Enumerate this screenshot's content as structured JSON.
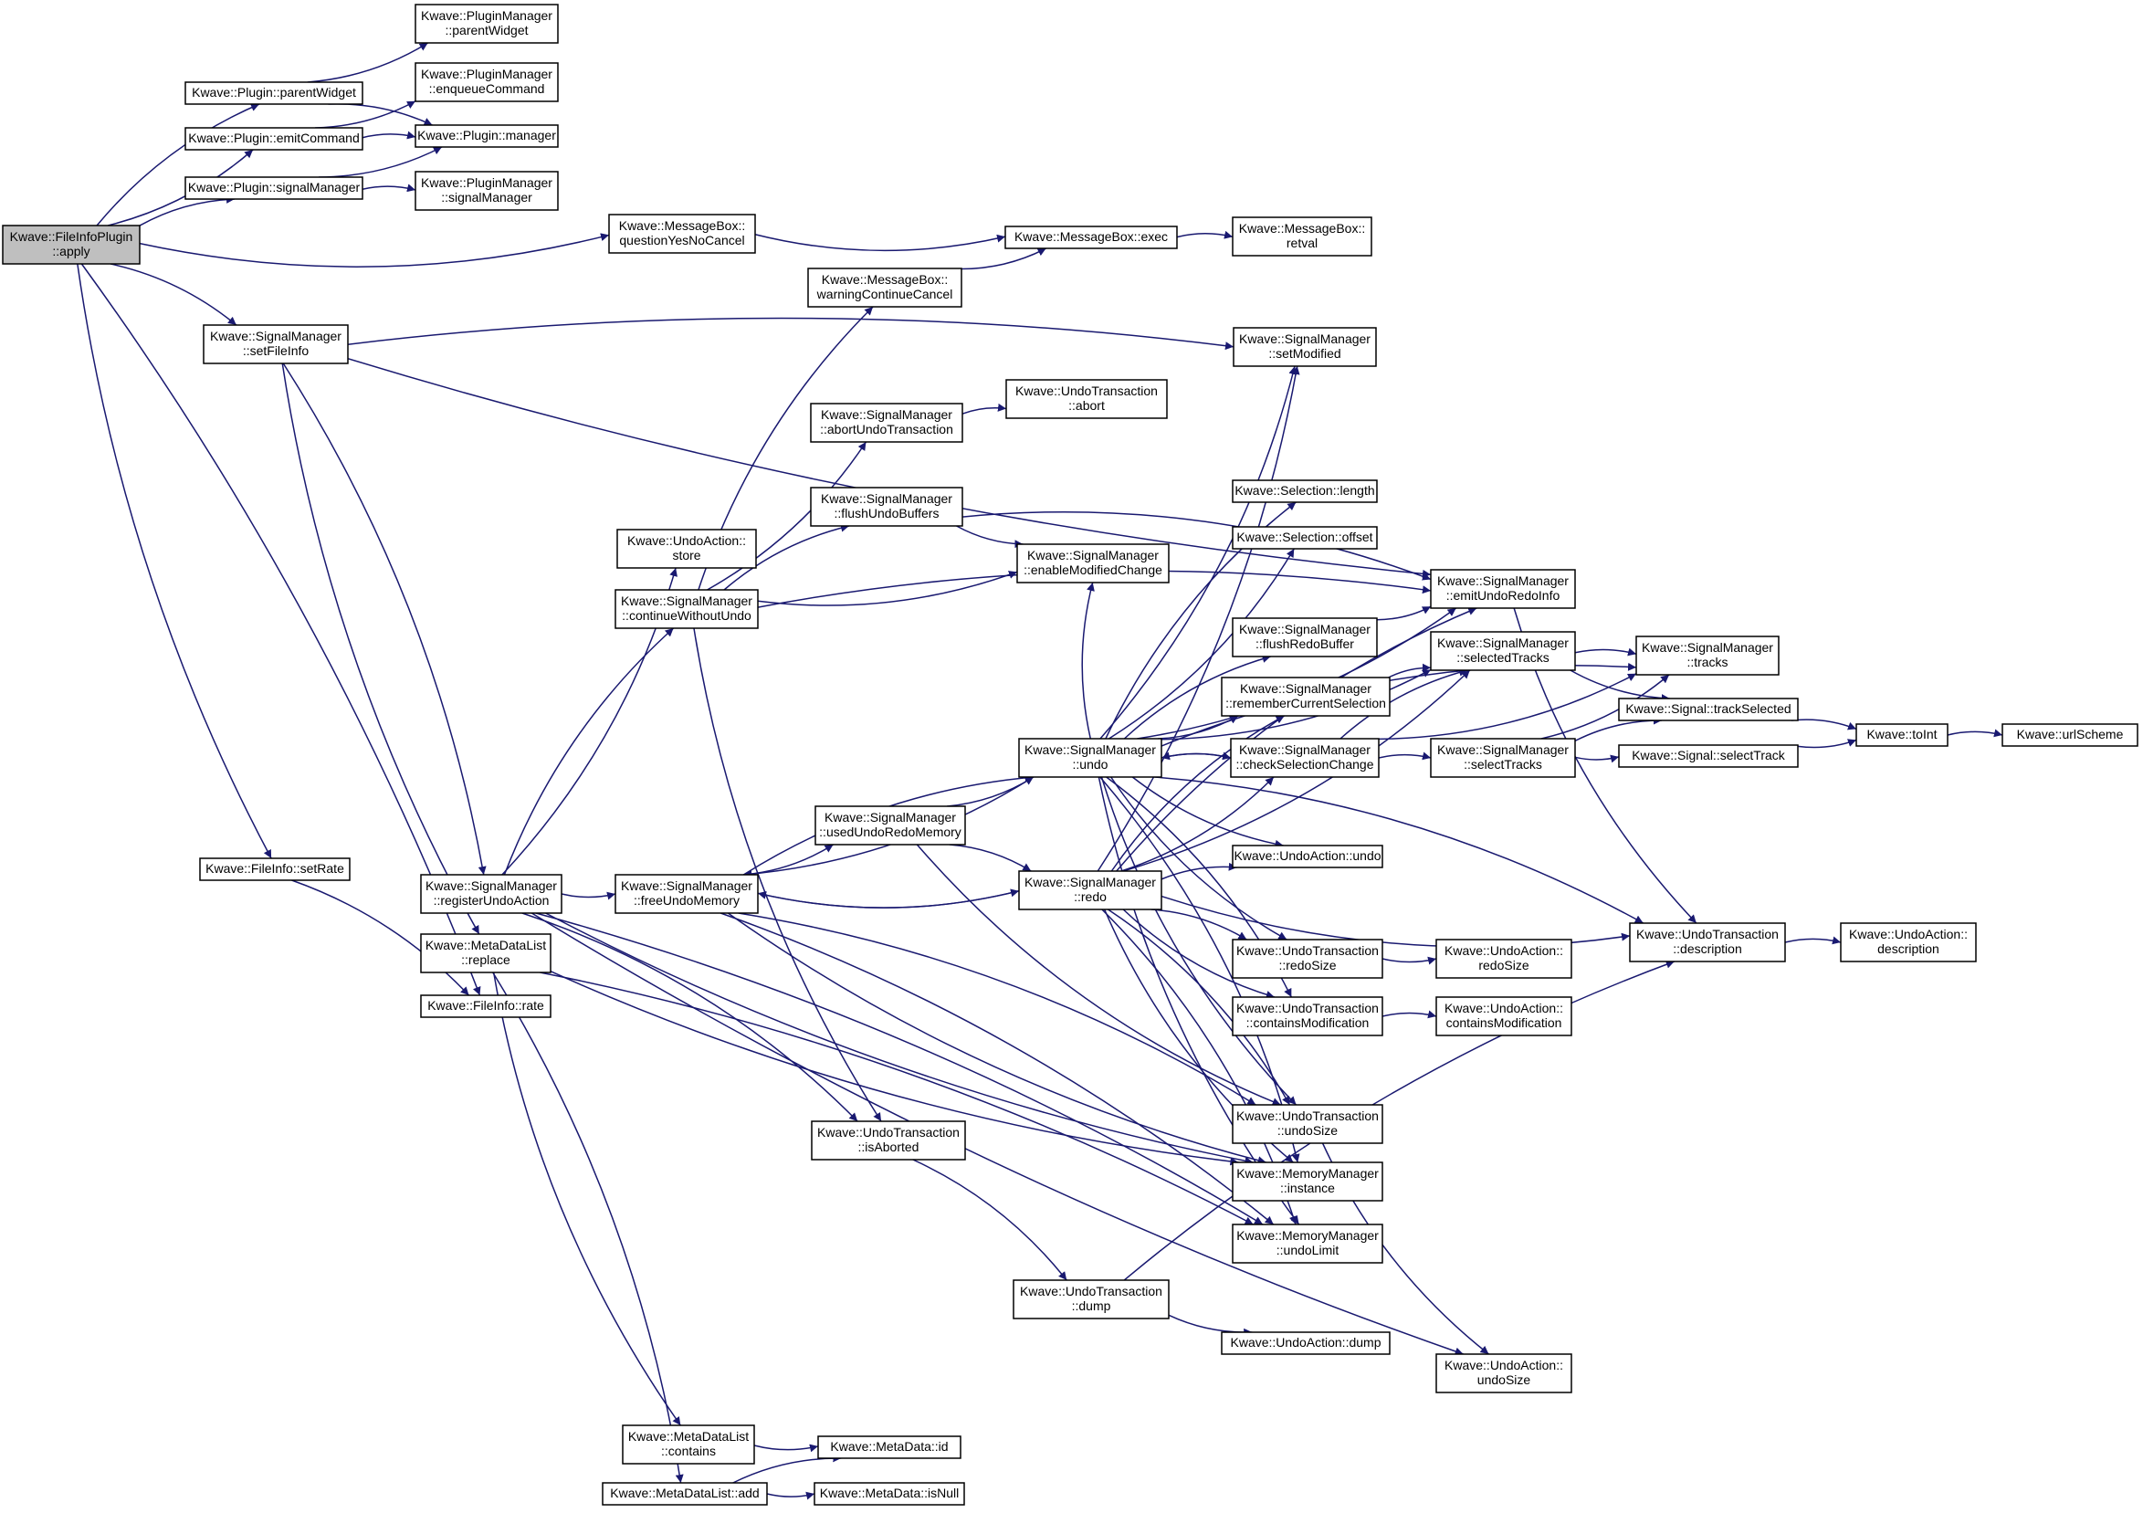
{
  "colors": {
    "edge": "#191970",
    "root_fill": "#bfbfbf",
    "node_fill": "#ffffff",
    "node_border": "#000000"
  },
  "nodes": [
    {
      "id": "apply",
      "lines": [
        "Kwave::FileInfoPlugin",
        "::apply"
      ]
    },
    {
      "id": "plugin_parentWidget",
      "lines": [
        "Kwave::Plugin::parentWidget"
      ]
    },
    {
      "id": "plugin_emitCommand",
      "lines": [
        "Kwave::Plugin::emitCommand"
      ]
    },
    {
      "id": "plugin_signalManager",
      "lines": [
        "Kwave::Plugin::signalManager"
      ]
    },
    {
      "id": "pm_parentWidget",
      "lines": [
        "Kwave::PluginManager",
        "::parentWidget"
      ]
    },
    {
      "id": "pm_enqueueCommand",
      "lines": [
        "Kwave::PluginManager",
        "::enqueueCommand"
      ]
    },
    {
      "id": "plugin_manager",
      "lines": [
        "Kwave::Plugin::manager"
      ]
    },
    {
      "id": "pm_signalManager",
      "lines": [
        "Kwave::PluginManager",
        "::signalManager"
      ]
    },
    {
      "id": "mb_questionYesNoCancel",
      "lines": [
        "Kwave::MessageBox::",
        "questionYesNoCancel"
      ]
    },
    {
      "id": "mb_exec",
      "lines": [
        "Kwave::MessageBox::exec"
      ]
    },
    {
      "id": "mb_retval",
      "lines": [
        "Kwave::MessageBox::",
        "retval"
      ]
    },
    {
      "id": "mb_warningContinueCancel",
      "lines": [
        "Kwave::MessageBox::",
        "warningContinueCancel"
      ]
    },
    {
      "id": "sm_setFileInfo",
      "lines": [
        "Kwave::SignalManager",
        "::setFileInfo"
      ]
    },
    {
      "id": "sm_setModified",
      "lines": [
        "Kwave::SignalManager",
        "::setModified"
      ]
    },
    {
      "id": "sm_abortUndoTransaction",
      "lines": [
        "Kwave::SignalManager",
        "::abortUndoTransaction"
      ]
    },
    {
      "id": "ut_abort",
      "lines": [
        "Kwave::UndoTransaction",
        "::abort"
      ]
    },
    {
      "id": "sm_flushUndoBuffers",
      "lines": [
        "Kwave::SignalManager",
        "::flushUndoBuffers"
      ]
    },
    {
      "id": "sel_length",
      "lines": [
        "Kwave::Selection::length"
      ]
    },
    {
      "id": "sel_offset",
      "lines": [
        "Kwave::Selection::offset"
      ]
    },
    {
      "id": "sm_enableModifiedChange",
      "lines": [
        "Kwave::SignalManager",
        "::enableModifiedChange"
      ]
    },
    {
      "id": "ua_store",
      "lines": [
        "Kwave::UndoAction::",
        "store"
      ]
    },
    {
      "id": "sm_continueWithoutUndo",
      "lines": [
        "Kwave::SignalManager",
        "::continueWithoutUndo"
      ]
    },
    {
      "id": "sm_emitUndoRedoInfo",
      "lines": [
        "Kwave::SignalManager",
        "::emitUndoRedoInfo"
      ]
    },
    {
      "id": "sm_flushRedoBuffer",
      "lines": [
        "Kwave::SignalManager",
        "::flushRedoBuffer"
      ]
    },
    {
      "id": "sm_selectedTracks",
      "lines": [
        "Kwave::SignalManager",
        "::selectedTracks"
      ]
    },
    {
      "id": "sm_tracks",
      "lines": [
        "Kwave::SignalManager",
        "::tracks"
      ]
    },
    {
      "id": "sm_rememberCurrentSelection",
      "lines": [
        "Kwave::SignalManager",
        "::rememberCurrentSelection"
      ]
    },
    {
      "id": "sig_trackSelected",
      "lines": [
        "Kwave::Signal::trackSelected"
      ]
    },
    {
      "id": "toInt",
      "lines": [
        "Kwave::toInt"
      ]
    },
    {
      "id": "urlScheme",
      "lines": [
        "Kwave::urlScheme"
      ]
    },
    {
      "id": "sm_undo",
      "lines": [
        "Kwave::SignalManager",
        "::undo"
      ]
    },
    {
      "id": "sm_checkSelectionChange",
      "lines": [
        "Kwave::SignalManager",
        "::checkSelectionChange"
      ]
    },
    {
      "id": "sm_selectTracks",
      "lines": [
        "Kwave::SignalManager",
        "::selectTracks"
      ]
    },
    {
      "id": "sig_selectTrack",
      "lines": [
        "Kwave::Signal::selectTrack"
      ]
    },
    {
      "id": "sm_usedUndoRedoMemory",
      "lines": [
        "Kwave::SignalManager",
        "::usedUndoRedoMemory"
      ]
    },
    {
      "id": "fi_setRate",
      "lines": [
        "Kwave::FileInfo::setRate"
      ]
    },
    {
      "id": "sm_registerUndoAction",
      "lines": [
        "Kwave::SignalManager",
        "::registerUndoAction"
      ]
    },
    {
      "id": "sm_freeUndoMemory",
      "lines": [
        "Kwave::SignalManager",
        "::freeUndoMemory"
      ]
    },
    {
      "id": "sm_redo",
      "lines": [
        "Kwave::SignalManager",
        "::redo"
      ]
    },
    {
      "id": "ua_undo",
      "lines": [
        "Kwave::UndoAction::undo"
      ]
    },
    {
      "id": "ut_description",
      "lines": [
        "Kwave::UndoTransaction",
        "::description"
      ]
    },
    {
      "id": "ua_description",
      "lines": [
        "Kwave::UndoAction::",
        "description"
      ]
    },
    {
      "id": "mdl_replace",
      "lines": [
        "Kwave::MetaDataList",
        "::replace"
      ]
    },
    {
      "id": "fi_rate",
      "lines": [
        "Kwave::FileInfo::rate"
      ]
    },
    {
      "id": "ut_redoSize",
      "lines": [
        "Kwave::UndoTransaction",
        "::redoSize"
      ]
    },
    {
      "id": "ua_redoSize",
      "lines": [
        "Kwave::UndoAction::",
        "redoSize"
      ]
    },
    {
      "id": "ut_containsModification",
      "lines": [
        "Kwave::UndoTransaction",
        "::containsModification"
      ]
    },
    {
      "id": "ua_containsModification",
      "lines": [
        "Kwave::UndoAction::",
        "containsModification"
      ]
    },
    {
      "id": "ut_undoSize",
      "lines": [
        "Kwave::UndoTransaction",
        "::undoSize"
      ]
    },
    {
      "id": "ut_isAborted",
      "lines": [
        "Kwave::UndoTransaction",
        "::isAborted"
      ]
    },
    {
      "id": "mm_instance",
      "lines": [
        "Kwave::MemoryManager",
        "::instance"
      ]
    },
    {
      "id": "mm_undoLimit",
      "lines": [
        "Kwave::MemoryManager",
        "::undoLimit"
      ]
    },
    {
      "id": "ut_dump",
      "lines": [
        "Kwave::UndoTransaction",
        "::dump"
      ]
    },
    {
      "id": "ua_dump",
      "lines": [
        "Kwave::UndoAction::dump"
      ]
    },
    {
      "id": "ua_undoSize",
      "lines": [
        "Kwave::UndoAction::",
        "undoSize"
      ]
    },
    {
      "id": "mdl_contains",
      "lines": [
        "Kwave::MetaDataList",
        "::contains"
      ]
    },
    {
      "id": "md_id",
      "lines": [
        "Kwave::MetaData::id"
      ]
    },
    {
      "id": "mdl_add",
      "lines": [
        "Kwave::MetaDataList::add"
      ]
    },
    {
      "id": "md_isNull",
      "lines": [
        "Kwave::MetaData::isNull"
      ]
    }
  ],
  "edges": [
    [
      "apply",
      "plugin_parentWidget"
    ],
    [
      "apply",
      "plugin_emitCommand"
    ],
    [
      "apply",
      "plugin_signalManager"
    ],
    [
      "apply",
      "mb_questionYesNoCancel"
    ],
    [
      "apply",
      "sm_setFileInfo"
    ],
    [
      "apply",
      "fi_setRate"
    ],
    [
      "apply",
      "fi_rate"
    ],
    [
      "plugin_parentWidget",
      "pm_parentWidget"
    ],
    [
      "plugin_parentWidget",
      "plugin_manager"
    ],
    [
      "plugin_emitCommand",
      "pm_enqueueCommand"
    ],
    [
      "plugin_emitCommand",
      "plugin_manager"
    ],
    [
      "plugin_signalManager",
      "plugin_manager"
    ],
    [
      "plugin_signalManager",
      "pm_signalManager"
    ],
    [
      "mb_questionYesNoCancel",
      "mb_exec"
    ],
    [
      "mb_exec",
      "mb_retval"
    ],
    [
      "mb_warningContinueCancel",
      "mb_exec"
    ],
    [
      "sm_setFileInfo",
      "sm_setModified"
    ],
    [
      "sm_setFileInfo",
      "sm_emitUndoRedoInfo"
    ],
    [
      "sm_setFileInfo",
      "sm_registerUndoAction"
    ],
    [
      "sm_setFileInfo",
      "mdl_replace"
    ],
    [
      "fi_setRate",
      "fi_rate"
    ],
    [
      "sm_registerUndoAction",
      "ua_store"
    ],
    [
      "sm_registerUndoAction",
      "sm_continueWithoutUndo"
    ],
    [
      "sm_registerUndoAction",
      "sm_freeUndoMemory"
    ],
    [
      "sm_registerUndoAction",
      "ut_isAborted"
    ],
    [
      "sm_registerUndoAction",
      "mm_instance"
    ],
    [
      "sm_registerUndoAction",
      "mm_undoLimit"
    ],
    [
      "sm_registerUndoAction",
      "ua_undoSize"
    ],
    [
      "sm_continueWithoutUndo",
      "mb_warningContinueCancel"
    ],
    [
      "sm_continueWithoutUndo",
      "sm_abortUndoTransaction"
    ],
    [
      "sm_continueWithoutUndo",
      "sm_flushUndoBuffers"
    ],
    [
      "sm_continueWithoutUndo",
      "sm_enableModifiedChange"
    ],
    [
      "sm_continueWithoutUndo",
      "sm_emitUndoRedoInfo"
    ],
    [
      "sm_continueWithoutUndo",
      "ut_isAborted"
    ],
    [
      "sm_abortUndoTransaction",
      "ut_abort"
    ],
    [
      "sm_flushUndoBuffers",
      "sm_enableModifiedChange"
    ],
    [
      "sm_flushUndoBuffers",
      "sm_emitUndoRedoInfo"
    ],
    [
      "sm_freeUndoMemory",
      "sm_usedUndoRedoMemory"
    ],
    [
      "sm_freeUndoMemory",
      "sm_undo"
    ],
    [
      "sm_freeUndoMemory",
      "sm_redo"
    ],
    [
      "sm_freeUndoMemory",
      "ut_undoSize"
    ],
    [
      "sm_freeUndoMemory",
      "mm_instance"
    ],
    [
      "sm_freeUndoMemory",
      "mm_undoLimit"
    ],
    [
      "sm_usedUndoRedoMemory",
      "sm_undo"
    ],
    [
      "sm_usedUndoRedoMemory",
      "sm_redo"
    ],
    [
      "sm_usedUndoRedoMemory",
      "ut_undoSize"
    ],
    [
      "sm_undo",
      "sm_freeUndoMemory"
    ],
    [
      "sm_undo",
      "sm_setModified"
    ],
    [
      "sm_undo",
      "sel_length"
    ],
    [
      "sm_undo",
      "sel_offset"
    ],
    [
      "sm_undo",
      "sm_enableModifiedChange"
    ],
    [
      "sm_undo",
      "sm_emitUndoRedoInfo"
    ],
    [
      "sm_undo",
      "sm_flushRedoBuffer"
    ],
    [
      "sm_undo",
      "sm_selectedTracks"
    ],
    [
      "sm_undo",
      "sm_tracks"
    ],
    [
      "sm_undo",
      "sm_rememberCurrentSelection"
    ],
    [
      "sm_undo",
      "sm_checkSelectionChange"
    ],
    [
      "sm_undo",
      "ua_undo"
    ],
    [
      "sm_undo",
      "ut_description"
    ],
    [
      "sm_undo",
      "ut_redoSize"
    ],
    [
      "sm_undo",
      "ut_containsModification"
    ],
    [
      "sm_undo",
      "ut_undoSize"
    ],
    [
      "sm_undo",
      "mm_instance"
    ],
    [
      "sm_undo",
      "mm_undoLimit"
    ],
    [
      "sm_redo",
      "sm_freeUndoMemory"
    ],
    [
      "sm_redo",
      "sm_setModified"
    ],
    [
      "sm_redo",
      "sm_emitUndoRedoInfo"
    ],
    [
      "sm_redo",
      "sm_selectedTracks"
    ],
    [
      "sm_redo",
      "sm_rememberCurrentSelection"
    ],
    [
      "sm_redo",
      "sm_checkSelectionChange"
    ],
    [
      "sm_redo",
      "ua_undo"
    ],
    [
      "sm_redo",
      "ut_description"
    ],
    [
      "sm_redo",
      "ut_redoSize"
    ],
    [
      "sm_redo",
      "ut_containsModification"
    ],
    [
      "sm_redo",
      "ut_undoSize"
    ],
    [
      "sm_redo",
      "mm_instance"
    ],
    [
      "sm_redo",
      "mm_undoLimit"
    ],
    [
      "sm_flushRedoBuffer",
      "sm_emitUndoRedoInfo"
    ],
    [
      "sm_rememberCurrentSelection",
      "sm_selectedTracks"
    ],
    [
      "sm_checkSelectionChange",
      "sm_undo"
    ],
    [
      "sm_checkSelectionChange",
      "sm_selectedTracks"
    ],
    [
      "sm_checkSelectionChange",
      "sm_tracks"
    ],
    [
      "sm_checkSelectionChange",
      "sm_selectTracks"
    ],
    [
      "sm_selectTracks",
      "sm_tracks"
    ],
    [
      "sm_selectTracks",
      "sig_trackSelected"
    ],
    [
      "sm_selectTracks",
      "sig_selectTrack"
    ],
    [
      "sm_selectedTracks",
      "sm_tracks"
    ],
    [
      "sm_selectedTracks",
      "sig_trackSelected"
    ],
    [
      "sig_trackSelected",
      "toInt"
    ],
    [
      "sig_selectTrack",
      "toInt"
    ],
    [
      "toInt",
      "urlScheme"
    ],
    [
      "sm_emitUndoRedoInfo",
      "ut_description"
    ],
    [
      "ut_description",
      "ua_description"
    ],
    [
      "ut_redoSize",
      "ua_redoSize"
    ],
    [
      "ut_containsModification",
      "ua_containsModification"
    ],
    [
      "ut_undoSize",
      "ua_undoSize"
    ],
    [
      "ut_isAborted",
      "ut_dump"
    ],
    [
      "ut_dump",
      "ua_dump"
    ],
    [
      "ut_dump",
      "ut_description"
    ],
    [
      "mdl_replace",
      "mdl_contains"
    ],
    [
      "mdl_replace",
      "mdl_add"
    ],
    [
      "mdl_replace",
      "mm_instance"
    ],
    [
      "mdl_replace",
      "mm_undoLimit"
    ],
    [
      "mdl_contains",
      "md_id"
    ],
    [
      "mdl_add",
      "md_id"
    ],
    [
      "mdl_add",
      "md_isNull"
    ]
  ]
}
